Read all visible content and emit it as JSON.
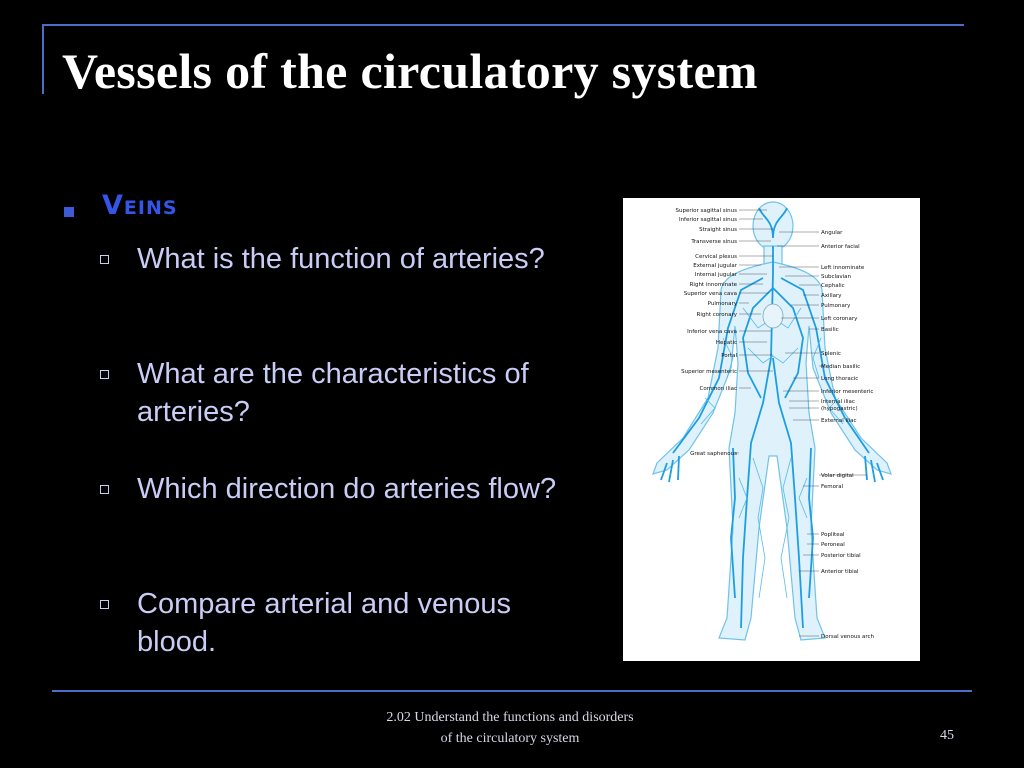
{
  "slide": {
    "title": "Vessels of the circulatory system",
    "heading": "Veins",
    "items": [
      "What is the function of arteries?",
      "What are the characteristics of arteries?",
      "Which direction do arteries flow?",
      "Compare arterial and venous blood."
    ],
    "footer_line1": "2.02 Understand the functions and disorders",
    "footer_line2": "of  the circulatory system",
    "page_number": "45"
  },
  "figure": {
    "left_labels": [
      "Superior sagittal sinus",
      "Inferior sagittal sinus",
      "Straight sinus",
      "Transverse sinus",
      "Cervical plexus",
      "External jugular",
      "Internal jugular",
      "Right innominate",
      "Superior vena cava",
      "Pulmonary",
      "Right coronary",
      "Inferior vena cava",
      "Hepatic",
      "Portal",
      "Superior mesenteric",
      "Common iliac",
      "Great saphenous"
    ],
    "right_labels": [
      "Angular",
      "Anterior facial",
      "Left innominate",
      "Subclavian",
      "Cephalic",
      "Axillary",
      "Pulmonary",
      "Left coronary",
      "Basilic",
      "Splenic",
      "Median basilic",
      "Long thoracic",
      "Inferior mesenteric",
      "Internal iliac",
      "(hypogastric)",
      "External iliac",
      "Volar digital",
      "Femoral",
      "Popliteal",
      "Peroneal",
      "Posterior tibial",
      "Anterior tibial",
      "Dorsal venous arch"
    ]
  }
}
